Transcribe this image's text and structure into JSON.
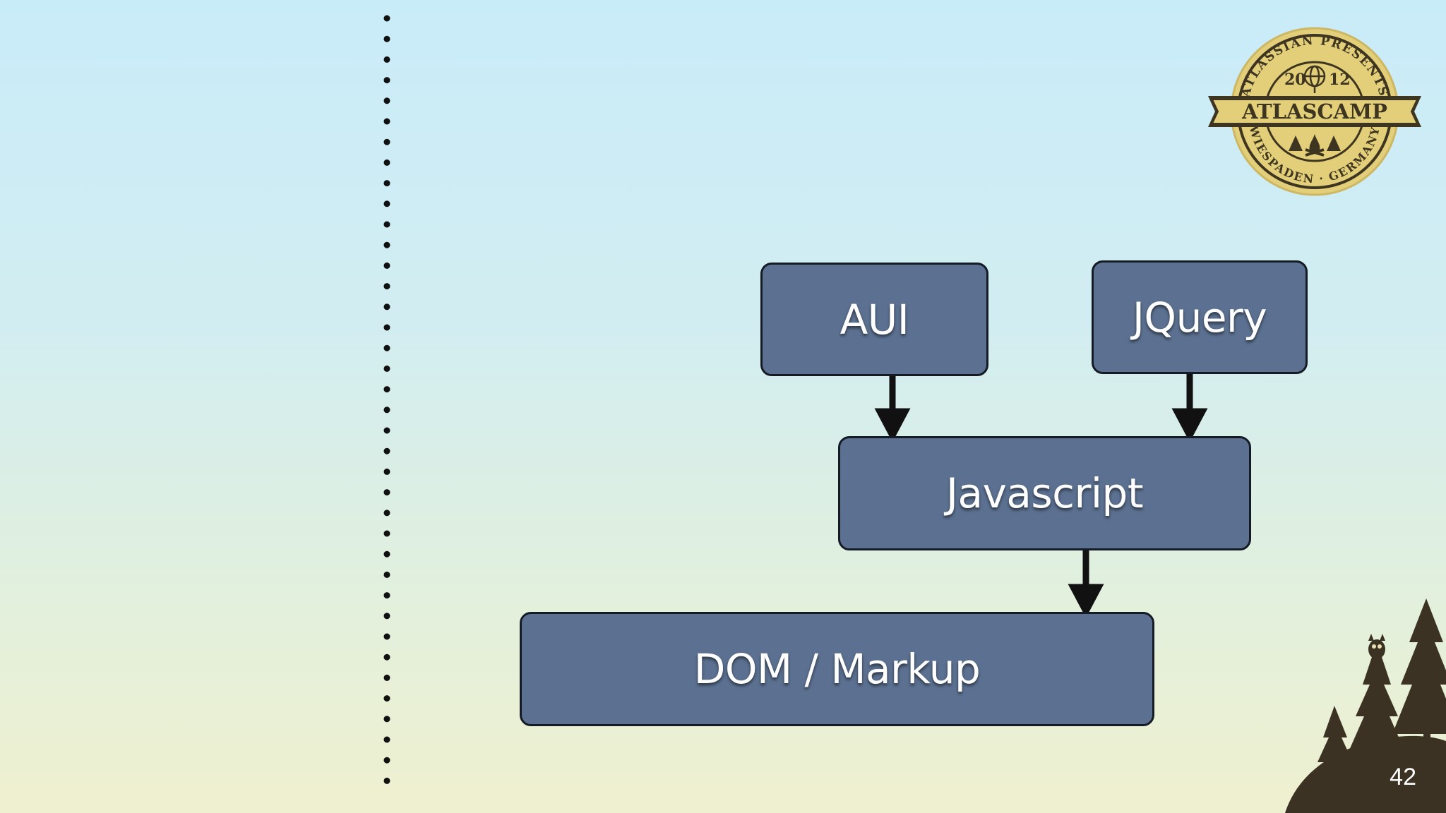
{
  "diagram": {
    "nodes": [
      {
        "id": "aui",
        "label": "AUI"
      },
      {
        "id": "jquery",
        "label": "JQuery"
      },
      {
        "id": "javascript",
        "label": "Javascript"
      },
      {
        "id": "dom",
        "label": "DOM / Markup"
      }
    ],
    "edges": [
      {
        "from": "aui",
        "to": "javascript"
      },
      {
        "from": "jquery",
        "to": "javascript"
      },
      {
        "from": "javascript",
        "to": "dom"
      }
    ]
  },
  "badge": {
    "top_text": "ATLASSIAN PRESENTS",
    "year_left": "20",
    "year_right": "12",
    "banner": "ATLASCAMP",
    "bottom_text": "WIESPADEN · GERMANY"
  },
  "page_number": "42",
  "colors": {
    "box_fill": "#5c7191",
    "box_border": "#151b24",
    "badge_gold": "#e3cf7a",
    "badge_dark": "#3d3520",
    "tree_dark": "#3b3224"
  }
}
